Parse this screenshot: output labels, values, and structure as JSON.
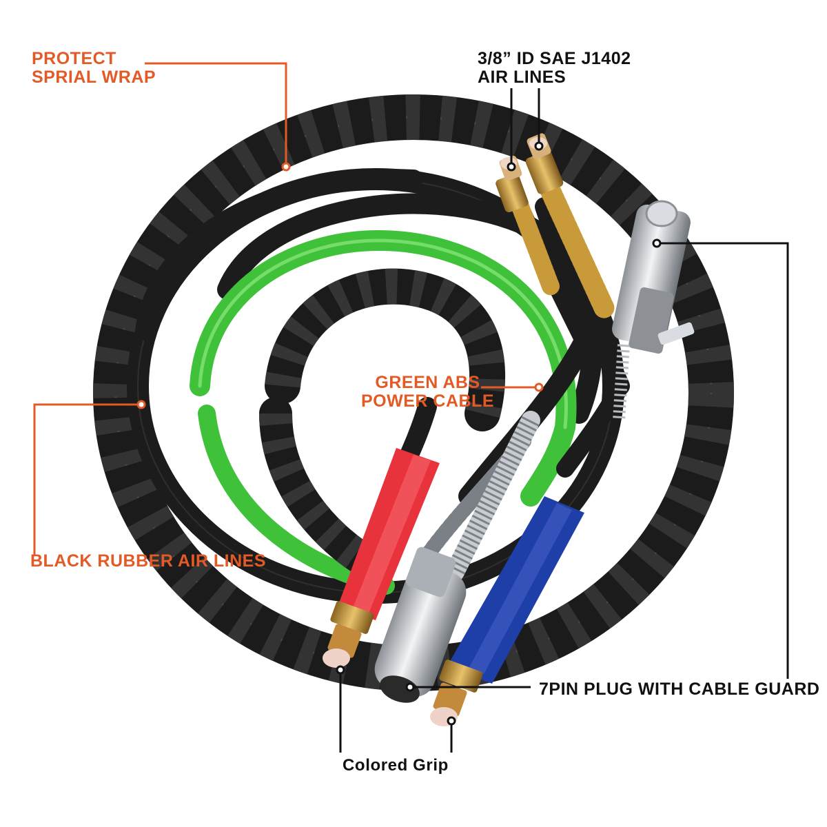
{
  "callouts": {
    "protect_wrap": {
      "line1": "PROTECT",
      "line2": "SPRIAL WRAP"
    },
    "air_lines": {
      "line1": "3/8”  ID SAE J1402",
      "line2": "AIR LINES"
    },
    "green_abs": {
      "line1": "GREEN ABS",
      "line2": "POWER CABLE"
    },
    "black_rubber": {
      "line1": "BLACK RUBBER AIR LINES"
    },
    "seven_pin": {
      "line1": "7PIN PLUG WITH CABLE GUARD"
    },
    "colored_grip": {
      "line1": "Colored Grip"
    }
  },
  "colors": {
    "accent_orange": "#e35a26",
    "label_black": "#111111",
    "hose_black": "#1c1c1c",
    "abs_green": "#3fc23a",
    "grip_red": "#e8323c",
    "grip_blue": "#1f3fa8",
    "brass": "#c99a3a",
    "chrome": "#c8ccd0"
  }
}
